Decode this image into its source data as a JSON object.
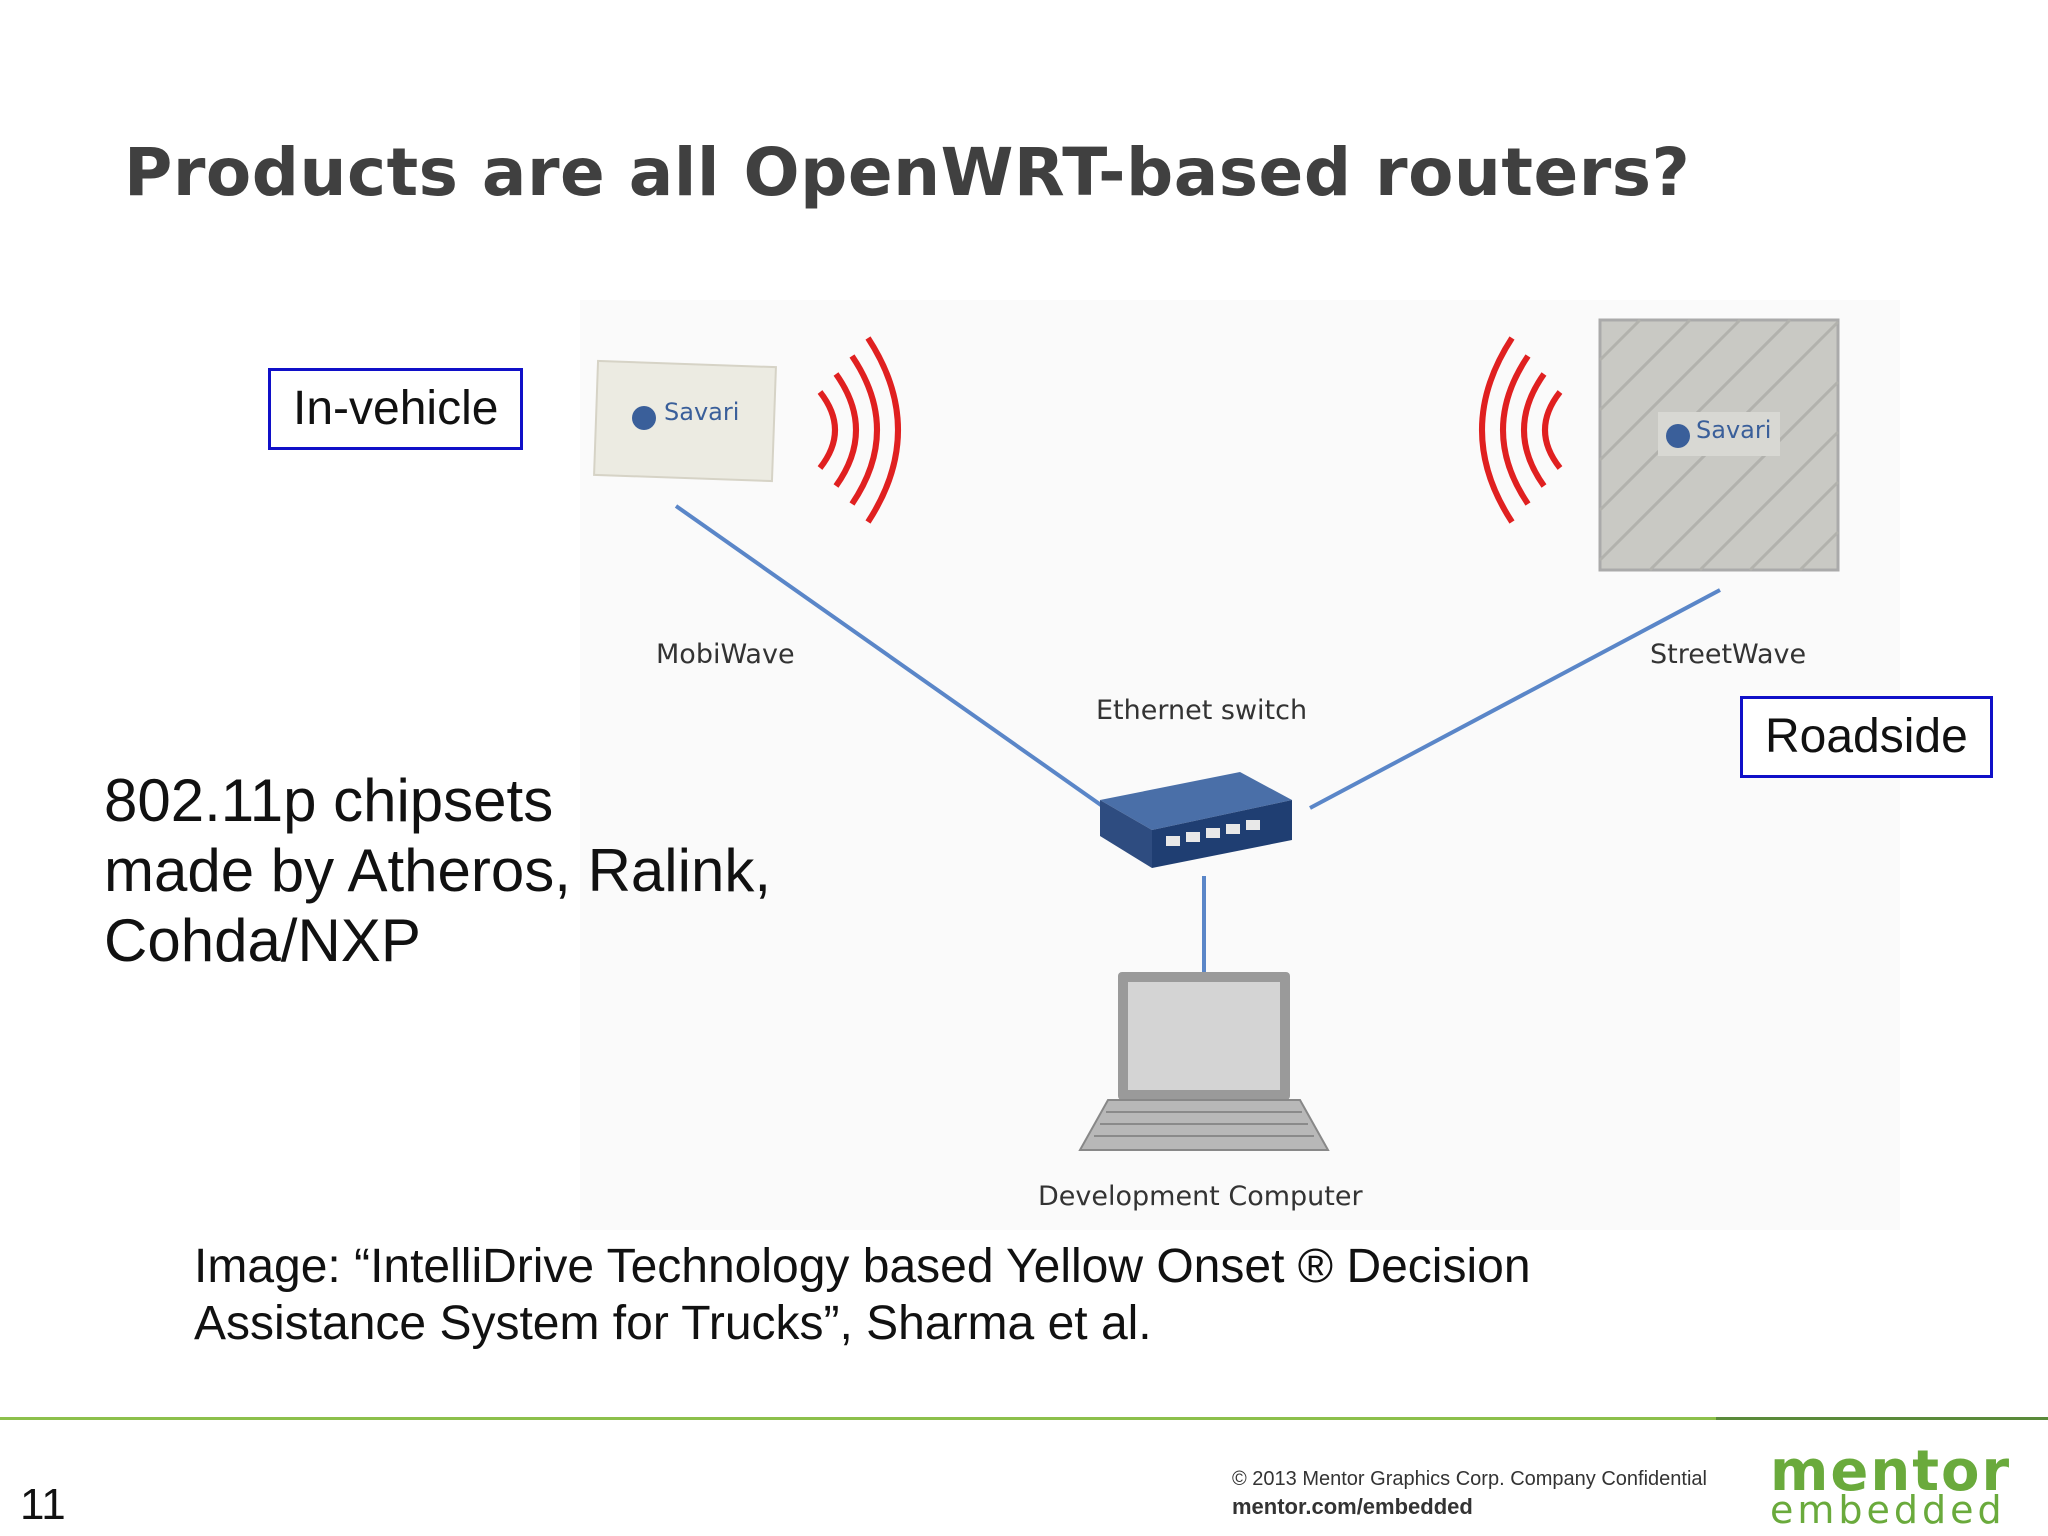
{
  "slide": {
    "title": "Products are all OpenWRT-based routers?",
    "label_in_vehicle": "In-vehicle",
    "label_roadside": "Roadside",
    "chipsets_line1": "802.11p chipsets",
    "chipsets_line2": "made by Atheros, Ralink,",
    "chipsets_line3": "Cohda/NXP",
    "caption_line1": "Image: “IntelliDrive Technology based Yellow Onset ® Decision",
    "caption_line2": "Assistance System for Trucks”, Sharma et al."
  },
  "diagram": {
    "mobiwave_label": "MobiWave",
    "streetwave_label": "StreetWave",
    "switch_label": "Ethernet switch",
    "computer_label": "Development Computer",
    "device_brand": "Savari",
    "signal_color": "#e02020",
    "link_color": "#5a86c8"
  },
  "footer": {
    "page_number": "11",
    "copyright": "© 2013 Mentor Graphics Corp. Company Confidential",
    "url": "mentor.com/embedded",
    "logo_top": "mentor",
    "logo_bottom": "embedded",
    "accent_color": "#8cc04b"
  }
}
